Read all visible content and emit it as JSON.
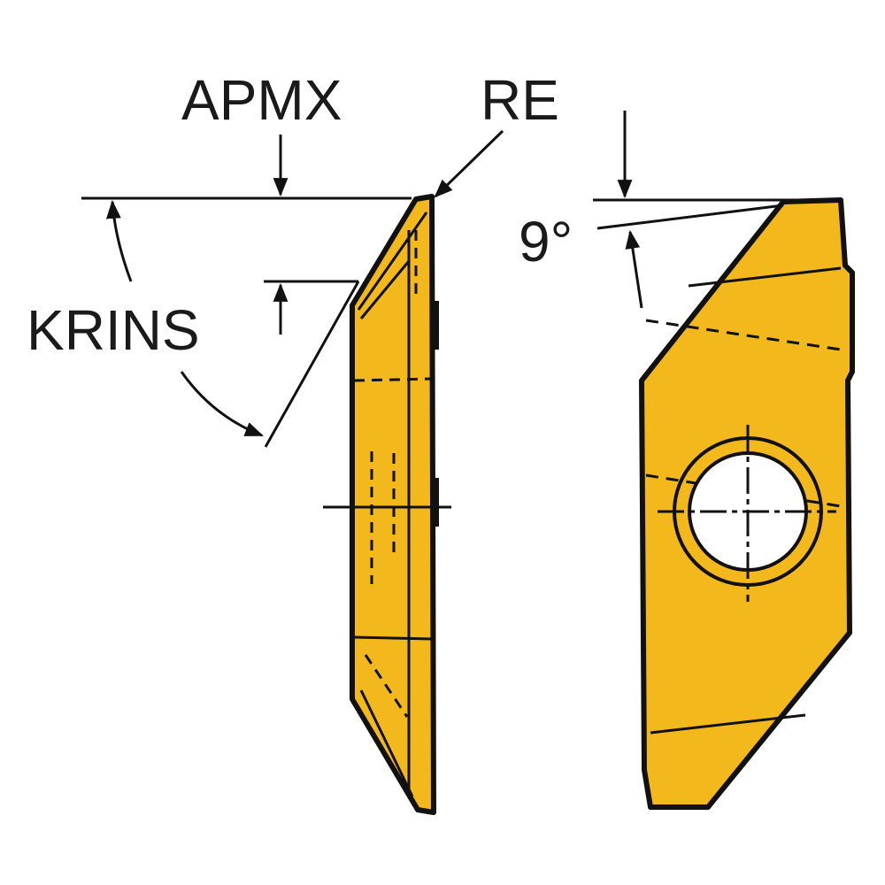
{
  "labels": {
    "apmx": "APMX",
    "re": "RE",
    "krins": "KRINS",
    "angle": "9°"
  },
  "colors": {
    "insert_fill": "#F2B81C",
    "outline": "#111111",
    "background": "#FFFFFF"
  }
}
